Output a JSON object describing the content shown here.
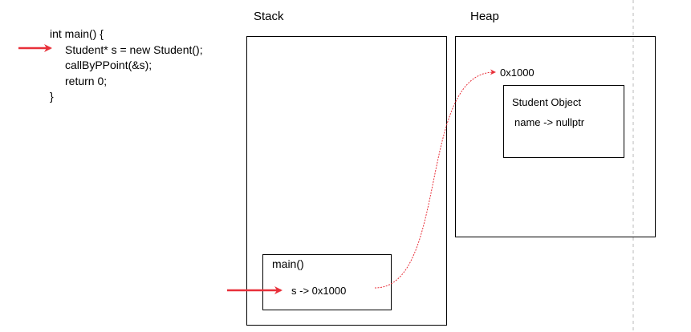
{
  "code": {
    "lines": [
      "int main() {",
      "Student* s = new Student();",
      "callByPPoint(&s);",
      "return 0;",
      "}"
    ]
  },
  "stack": {
    "title": "Stack",
    "frame": {
      "name": "main()",
      "variable": "s -> 0x1000"
    }
  },
  "heap": {
    "title": "Heap",
    "address": "0x1000",
    "object": {
      "name": "Student Object",
      "field": "name -> nullptr"
    }
  },
  "colors": {
    "arrow": "#e8303a",
    "pointer": "#e8303a",
    "border": "#000000",
    "divider": "#b8b8b8"
  }
}
